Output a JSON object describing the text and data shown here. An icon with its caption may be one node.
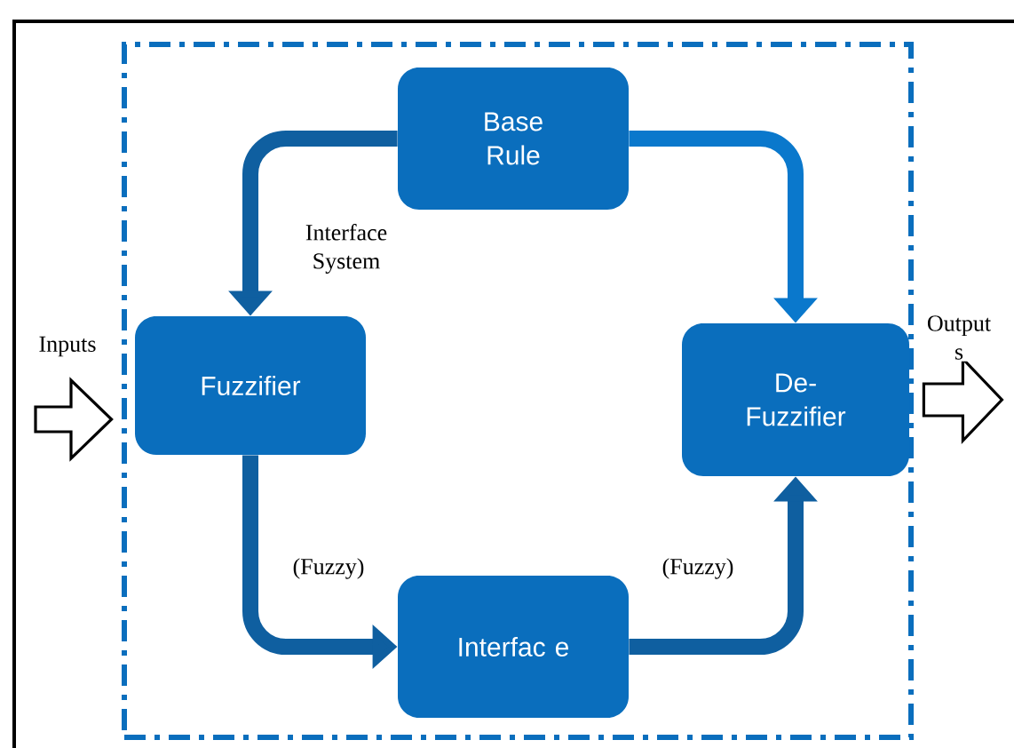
{
  "diagram": {
    "nodes": [
      {
        "text": [],
        "shape": "box"
      },
      {
        "text": [
          "Base Rule"
        ],
        "in": 0
      },
      {
        "text": [
          "Fuzzifier"
        ],
        "in": 0
      },
      {
        "text": [
          "De-Fuzzifier"
        ],
        "in": 0
      },
      {
        "text": [
          "Interfac e"
        ],
        "in": 0
      }
    ],
    "edges": [
      {
        "from": 1,
        "to": 2,
        "arrow": "to",
        "label": "Interface System"
      },
      {
        "from": 1,
        "to": 3,
        "arrow": "to",
        "color": "#0a78cc"
      },
      {
        "from": 2,
        "to": 4,
        "arrow": "to",
        "label": "(Fuzzy)"
      },
      {
        "from": 4,
        "to": 3,
        "arrow": "to",
        "label": "(Fuzzy)"
      },
      {
        "from": null,
        "to": 2,
        "arrow": "to",
        "label": "Inputs",
        "color": "#000000"
      },
      {
        "from": 3,
        "to": null,
        "arrow": "to",
        "label": "Output s",
        "color": "#000000"
      }
    ]
  }
}
